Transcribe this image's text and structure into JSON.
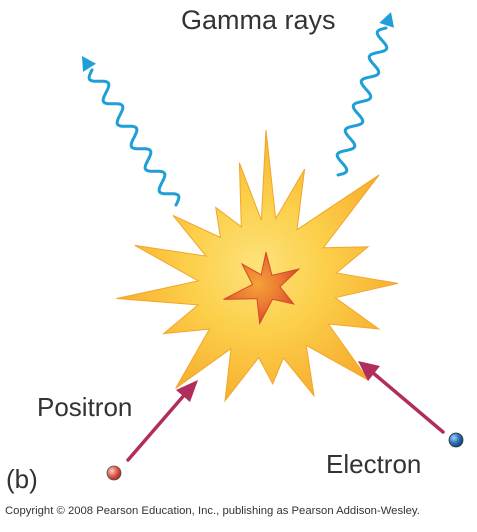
{
  "labels": {
    "gamma_rays": "Gamma rays",
    "positron": "Positron",
    "electron": "Electron",
    "part": "(b)"
  },
  "copyright": "Copyright © 2008 Pearson Education, Inc., publishing as Pearson Addison-Wesley.",
  "colors": {
    "gamma_wave": "#1f9fd8",
    "explosion_outer": "#fbc93d",
    "explosion_outer_edge": "#f2a62a",
    "explosion_inner": "#e8542d",
    "particle_track": "#b02e5c",
    "positron": "#e2574a",
    "electron": "#2a6fb7",
    "text": "#333333"
  }
}
